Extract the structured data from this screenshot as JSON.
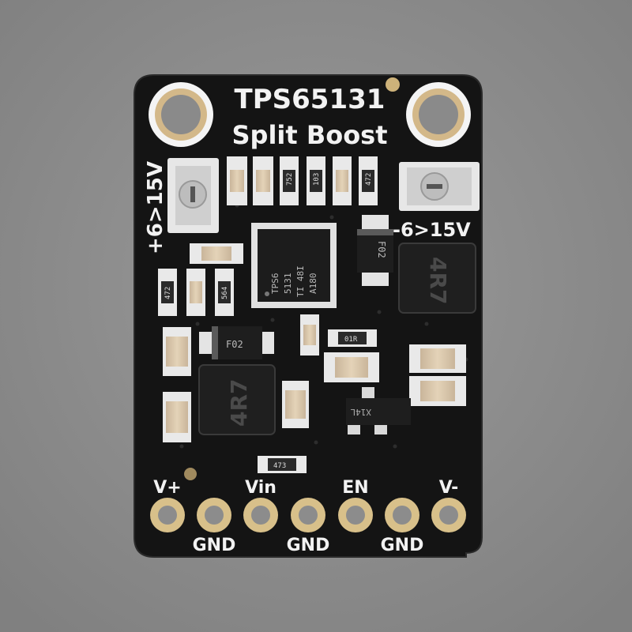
{
  "board": {
    "title_line1": "TPS65131",
    "title_line2": "Split Boost",
    "label_pos_range": "+6>15V",
    "label_neg_range": "-6>15V"
  },
  "chips": {
    "main_ic_line1": "TPS6",
    "main_ic_line2": "5131",
    "main_ic_line3": "TI 48I",
    "main_ic_line4": "A180",
    "diode_top": "F02",
    "diode_left": "F02",
    "inductor_right": "4R7",
    "inductor_left": "4R7",
    "transistor": "X14L",
    "small_res": "01R"
  },
  "resistors": {
    "r_top_1": "752",
    "r_top_2": "103",
    "r_top_3": "472",
    "r_left_1": "472",
    "r_left_2": "564",
    "r_bottom": "473"
  },
  "pins": {
    "top_row": [
      "V+",
      "Vin",
      "EN",
      "V-"
    ],
    "bottom_row": [
      "GND",
      "GND",
      "GND"
    ]
  },
  "colors": {
    "background": "#8e8e8e",
    "pcb": "#121212",
    "silk": "#f2f2f2",
    "gold": "#d8c08a"
  }
}
